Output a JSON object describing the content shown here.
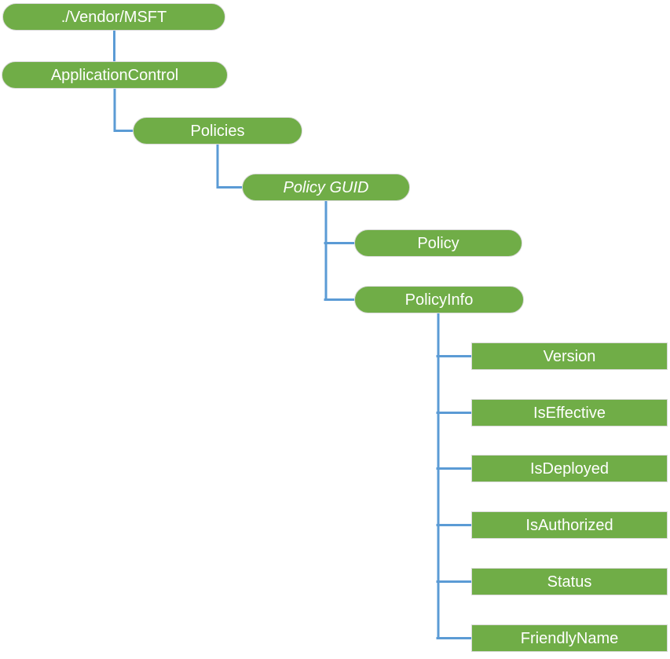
{
  "diagram": {
    "type": "tree",
    "colors": {
      "node_fill": "#70AD47",
      "node_border": "#D9D9D9",
      "connector": "#5B9BD5",
      "text": "#FFFFFF"
    },
    "nodes": [
      {
        "id": "vendor-msft",
        "label": "./Vendor/MSFT",
        "shape": "pill",
        "italic": false
      },
      {
        "id": "application-control",
        "label": "ApplicationControl",
        "shape": "pill",
        "italic": false
      },
      {
        "id": "policies",
        "label": "Policies",
        "shape": "pill",
        "italic": false
      },
      {
        "id": "policy-guid",
        "label": "Policy GUID",
        "shape": "pill",
        "italic": true
      },
      {
        "id": "policy",
        "label": "Policy",
        "shape": "pill",
        "italic": false
      },
      {
        "id": "policy-info",
        "label": "PolicyInfo",
        "shape": "pill",
        "italic": false
      },
      {
        "id": "version",
        "label": "Version",
        "shape": "rect",
        "italic": false
      },
      {
        "id": "is-effective",
        "label": "IsEffective",
        "shape": "rect",
        "italic": false
      },
      {
        "id": "is-deployed",
        "label": "IsDeployed",
        "shape": "rect",
        "italic": false
      },
      {
        "id": "is-authorized",
        "label": "IsAuthorized",
        "shape": "rect",
        "italic": false
      },
      {
        "id": "status",
        "label": "Status",
        "shape": "rect",
        "italic": false
      },
      {
        "id": "friendly-name",
        "label": "FriendlyName",
        "shape": "rect",
        "italic": false
      }
    ],
    "edges": [
      {
        "from": "./Vendor/MSFT",
        "to": "ApplicationControl"
      },
      {
        "from": "ApplicationControl",
        "to": "Policies"
      },
      {
        "from": "Policies",
        "to": "Policy GUID"
      },
      {
        "from": "Policy GUID",
        "to": "Policy"
      },
      {
        "from": "Policy GUID",
        "to": "PolicyInfo"
      },
      {
        "from": "PolicyInfo",
        "to": "Version"
      },
      {
        "from": "PolicyInfo",
        "to": "IsEffective"
      },
      {
        "from": "PolicyInfo",
        "to": "IsDeployed"
      },
      {
        "from": "PolicyInfo",
        "to": "IsAuthorized"
      },
      {
        "from": "PolicyInfo",
        "to": "Status"
      },
      {
        "from": "PolicyInfo",
        "to": "FriendlyName"
      }
    ]
  }
}
